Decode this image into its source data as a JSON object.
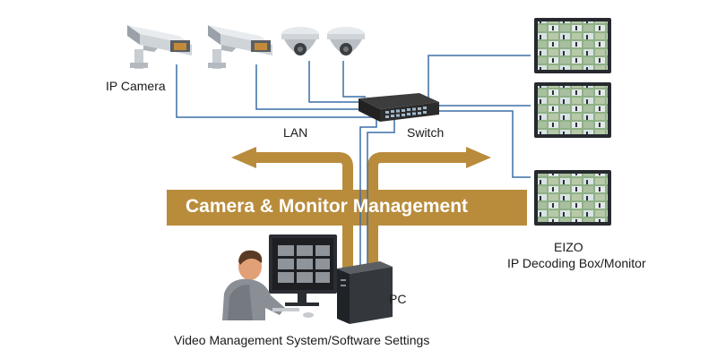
{
  "labels": {
    "ip_camera": "IP Camera",
    "lan": "LAN",
    "switch": "Switch",
    "banner": "Camera & Monitor Management",
    "eizo_line1": "EIZO",
    "eizo_line2": "IP Decoding Box/Monitor",
    "pc": "PC",
    "vms": "Video Management System/Software Settings"
  },
  "colors": {
    "network_line": "#3b6fa6",
    "management": "#b98c3c",
    "banner_text": "#ffffff"
  }
}
